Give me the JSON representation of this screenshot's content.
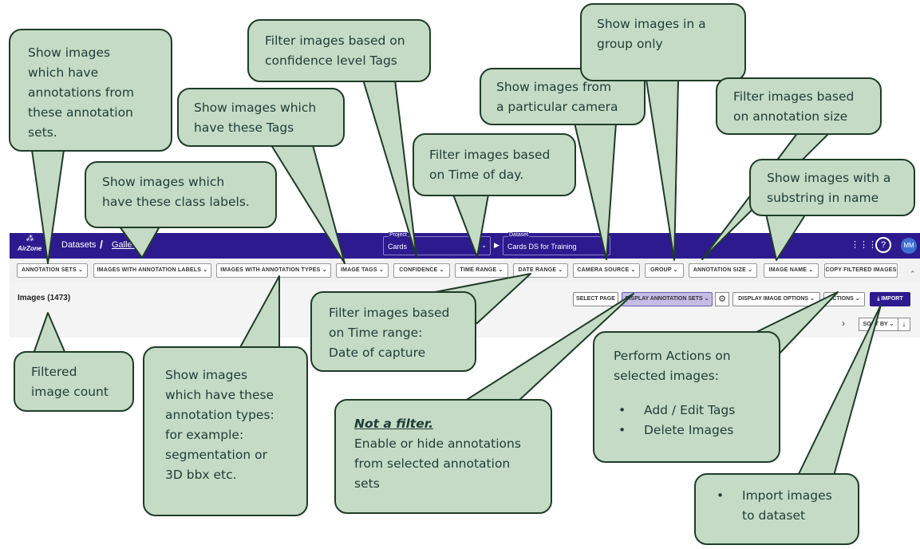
{
  "app": {
    "logo_text": "AirZone",
    "breadcrumbs": [
      "Datasets",
      "/",
      "Galle..."
    ],
    "project_label": "Project",
    "project_value": "Cards",
    "dataset_label": "Dataset",
    "dataset_value": "Cards DS for Training",
    "grid_icon": "⋮⋮⋮",
    "help_icon": "?",
    "avatar_initials": "MM"
  },
  "filters": [
    "ANNOTATION SETS ⌄",
    "IMAGES WITH ANNOTATION LABELS ⌄",
    "IMAGES WITH ANNOTATION TYPES ⌄",
    "IMAGE TAGS ⌄",
    "CONFIDENCE ⌄",
    "TIME RANGE ⌄",
    "DATE RANGE ⌄",
    "CAMERA SOURCE ⌄",
    "GROUP ⌄",
    "ANNOTATION SIZE ⌄",
    "IMAGE NAME ⌄",
    "COPY FILTERED IMAGES"
  ],
  "content": {
    "image_count": "Images (1473)",
    "select_page": "SELECT PAGE",
    "display_annotation_sets": "DISPLAY ANNOTATION SETS ⌄",
    "display_image_options": "DISPLAY IMAGE OPTIONS ⌄",
    "actions": "ACTIONS ⌄",
    "import": "⤓ IMPORT",
    "sort_by": "SORT BY ⌄",
    "sort_dir": "↓",
    "next": "›"
  },
  "callouts": {
    "annotation_sets": [
      "Show images",
      "which have",
      "annotations  from",
      "these annotation",
      "sets."
    ],
    "class_labels": [
      "Show images which",
      "have these class labels."
    ],
    "tags": [
      "Show images which",
      "have these Tags"
    ],
    "confidence": [
      "Filter images based on",
      "confidence level Tags"
    ],
    "time_of_day": [
      "Filter images based",
      "on Time of day."
    ],
    "camera": [
      "Show images from",
      "a particular camera"
    ],
    "group": [
      "Show images in a",
      "group only"
    ],
    "annotation_size": [
      "Filter images based",
      "on annotation size"
    ],
    "image_name": [
      "Show images with a",
      "substring in name"
    ],
    "image_count": [
      "Filtered",
      "image count"
    ],
    "annotation_types": [
      "Show images",
      "which have these",
      "annotation types:",
      "for example:",
      "segmentation  or",
      "3D bbx etc."
    ],
    "date_range": [
      "Filter images based",
      "on Time range:",
      "Date of capture"
    ],
    "not_filter_title": "Not a filter.",
    "not_filter_body": [
      "Enable or hide annotations",
      "from selected annotation",
      "sets"
    ],
    "actions": [
      "Perform  Actions on",
      "selected images:"
    ],
    "actions_bullets": [
      "Add / Edit Tags",
      "Delete Images"
    ],
    "import_bullets": [
      "Import images"
    ],
    "import_tail": "to dataset"
  }
}
